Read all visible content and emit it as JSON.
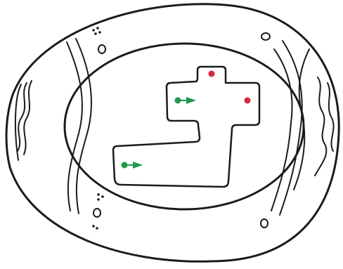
{
  "board": {
    "ink_color": "#1b1b1b",
    "background": "#ffffff",
    "goal_color": "#d8283c",
    "marker_color": "#1f9a4c"
  },
  "pieces": {
    "goals": [
      {
        "name": "goal-dot-top",
        "icon": "red-dot"
      },
      {
        "name": "goal-dot-right",
        "icon": "red-dot"
      }
    ],
    "markers": [
      {
        "name": "player-marker-upper",
        "icon": "green-dot-arrow-right",
        "direction": "right"
      },
      {
        "name": "player-marker-lower",
        "icon": "green-dot-arrow-right",
        "direction": "right"
      }
    ]
  }
}
